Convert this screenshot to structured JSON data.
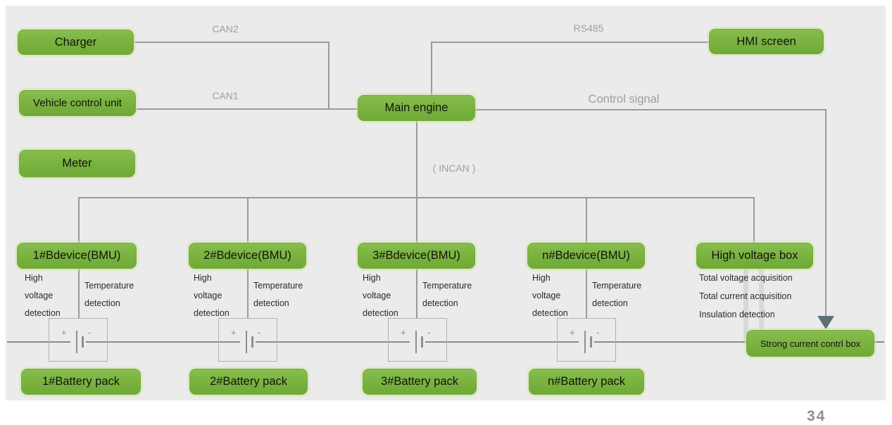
{
  "nodes": {
    "charger": "Charger",
    "vehicle_control_unit": "Vehicle control unit",
    "meter": "Meter",
    "main_engine": "Main engine",
    "hmi_screen": "HMI screen",
    "high_voltage_box": "High voltage box",
    "strong_current_box": "Strong current contrl box"
  },
  "net_labels": {
    "can2": "CAN2",
    "can1": "CAN1",
    "rs485": "RS485",
    "control_signal": "Control signal",
    "incan": "( INCAN )"
  },
  "bmus": [
    {
      "label": "1#Bdevice(BMU)",
      "left_lines": [
        "High",
        "voltage",
        "detection"
      ],
      "right_lines": [
        "Temperature",
        "detection"
      ]
    },
    {
      "label": "2#Bdevice(BMU)",
      "left_lines": [
        "High",
        "voltage",
        "detection"
      ],
      "right_lines": [
        "Temperature",
        "detection"
      ]
    },
    {
      "label": "3#Bdevice(BMU)",
      "left_lines": [
        "High",
        "voltage",
        "detection"
      ],
      "right_lines": [
        "Temperature",
        "detection"
      ]
    },
    {
      "label": "n#Bdevice(BMU)",
      "left_lines": [
        "High",
        "voltage",
        "detection"
      ],
      "right_lines": [
        "Temperature",
        "detection"
      ]
    }
  ],
  "high_voltage_details": [
    "Total voltage acquisition",
    "Total current acquisition",
    "Insulation detection"
  ],
  "battery_packs": [
    "1#Battery pack",
    "2#Battery pack",
    "3#Battery pack",
    "n#Battery pack"
  ],
  "battery_symbol": {
    "plus": "+",
    "minus": "-"
  },
  "page_number": "34",
  "colors": {
    "node_green": "#79b23e",
    "panel_gray": "#ebebeb",
    "wire_gray": "#9a9a9a",
    "label_gray": "#9e9e9e",
    "arrow_slate": "#5c6e78"
  }
}
